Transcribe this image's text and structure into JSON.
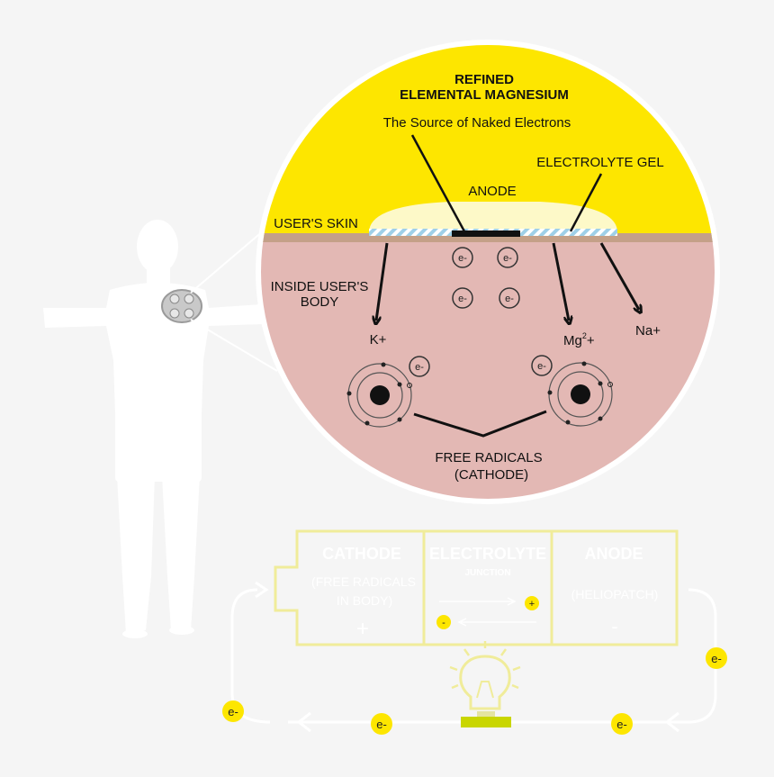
{
  "header": {
    "title_line1": "REFINED",
    "title_line2": "ELEMENTAL MAGNESIUM",
    "subtitle": "The Source of Naked Electrons"
  },
  "labels": {
    "electrolyte_gel": "ELECTROLYTE GEL",
    "anode": "ANODE",
    "users_skin": "USER'S SKIN",
    "inside_body_line1": "INSIDE USER'S",
    "inside_body_line2": "BODY",
    "k_ion": "K+",
    "mg_base": "Mg",
    "mg_sup": "2",
    "mg_plus": "+",
    "na_ion": "Na+",
    "free_radicals_line1": "FREE RADICALS",
    "free_radicals_line2": "(CATHODE)",
    "electron": "e-"
  },
  "battery": {
    "cathode_title": "CATHODE",
    "cathode_sub1": "(FREE RADICALS",
    "cathode_sub2": "IN BODY)",
    "cathode_sign": "+",
    "electrolyte_title": "ELECTROLYTE",
    "electrolyte_sub": "JUNCTION",
    "plus_sign": "+",
    "minus_sign": "-",
    "anode_title": "ANODE",
    "anode_sub": "(HELIOPATCH)",
    "anode_sign": "-"
  },
  "circuit": {
    "electron_labels": [
      "e-",
      "e-",
      "e-",
      "e-"
    ]
  },
  "colors": {
    "yellow": "#fde600",
    "body_pink": "#e3b8b4",
    "skin_tan": "#c4a088",
    "gel": "#fdf9c8",
    "strip_blue": "#9fd0e8",
    "badge_yellow": "#fde600",
    "bulb_green": "#c9d600",
    "pale_yellow": "#f0ec9a",
    "silhouette": "#ffffff"
  },
  "icons": [
    "person-silhouette",
    "heliopatch-device-icon",
    "lightbulb-icon",
    "electron-icon",
    "atom-icon"
  ]
}
